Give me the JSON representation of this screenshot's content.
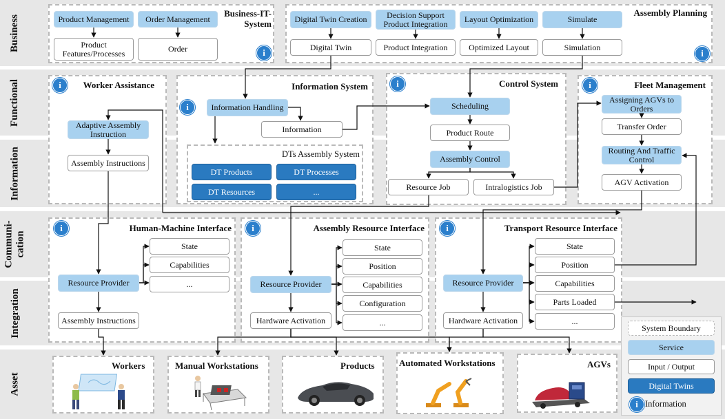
{
  "bands": {
    "business": "Business",
    "functional": "Functional",
    "information": "Information",
    "communication": "Communi-cation",
    "integration": "Integration",
    "asset": "Asset"
  },
  "business_it": {
    "title": "Business-IT-System",
    "product_management": "Product Management",
    "order_management": "Order Management",
    "product_features": "Product Features/Processes",
    "order": "Order"
  },
  "assembly_planning": {
    "title": "Assembly Planning",
    "digital_twin_creation": "Digital Twin Creation",
    "decision_support": "Decision Support Product Integration",
    "layout_optimization": "Layout Optimization",
    "simulate": "Simulate",
    "digital_twin": "Digital Twin",
    "product_integration": "Product Integration",
    "optimized_layout": "Optimized Layout",
    "simulation": "Simulation"
  },
  "worker_assistance": {
    "title": "Worker Assistance",
    "adaptive": "Adaptive Assembly Instruction",
    "instructions": "Assembly Instructions"
  },
  "information_system": {
    "title": "Information System",
    "handling": "Information Handling",
    "information": "Information",
    "dts_title": "DTs Assembly System",
    "dt_products": "DT Products",
    "dt_processes": "DT Processes",
    "dt_resources": "DT Resources",
    "dt_more": "..."
  },
  "control_system": {
    "title": "Control System",
    "scheduling": "Scheduling",
    "product_route": "Product Route",
    "assembly_control": "Assembly Control",
    "resource_job": "Resource Job",
    "intralogistics_job": "Intralogistics Job"
  },
  "fleet_management": {
    "title": "Fleet Management",
    "assigning": "Assigning AGVs to Orders",
    "transfer_order": "Transfer Order",
    "routing": "Routing And Traffic Control",
    "agv_activation": "AGV Activation"
  },
  "hmi": {
    "title": "Human-Machine Interface",
    "provider": "Resource Provider",
    "state": "State",
    "capabilities": "Capabilities",
    "more": "...",
    "instructions": "Assembly Instructions"
  },
  "ari": {
    "title": "Assembly Resource Interface",
    "provider": "Resource Provider",
    "state": "State",
    "position": "Position",
    "capabilities": "Capabilities",
    "configuration": "Configuration",
    "more": "...",
    "hardware": "Hardware Activation"
  },
  "tri": {
    "title": "Transport Resource Interface",
    "provider": "Resource Provider",
    "state": "State",
    "position": "Position",
    "capabilities": "Capabilities",
    "parts_loaded": "Parts Loaded",
    "more": "...",
    "hardware": "Hardware Activation"
  },
  "assets": {
    "workers": "Workers",
    "manual": "Manual Workstations",
    "products": "Products",
    "automated": "Automated Workstations",
    "agvs": "AGVs"
  },
  "legend": {
    "system_boundary": "System Boundary",
    "service": "Service",
    "io": "Input / Output",
    "digital_twins": "Digital Twins",
    "information": "Information"
  },
  "info_glyph": "i",
  "colors": {
    "service": "#a8d1ef",
    "digital_twin": "#2a7ac0",
    "info_icon": "#2b7fcc",
    "band_bg": "#e7e7e7",
    "boundary": "#b9b9b9"
  }
}
